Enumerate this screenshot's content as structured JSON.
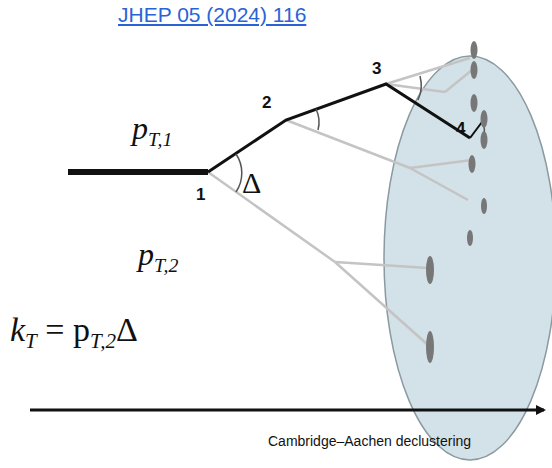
{
  "diagram": {
    "labels": [
      "JHEP 05 (2024) 116",
      "1",
      "2",
      "3",
      "4",
      "p",
      "T,1",
      "Δ",
      "p",
      "T,2",
      "k",
      "T",
      "= p",
      "T,2",
      "Δ",
      "Cambridge–Aachen declustering"
    ]
  }
}
